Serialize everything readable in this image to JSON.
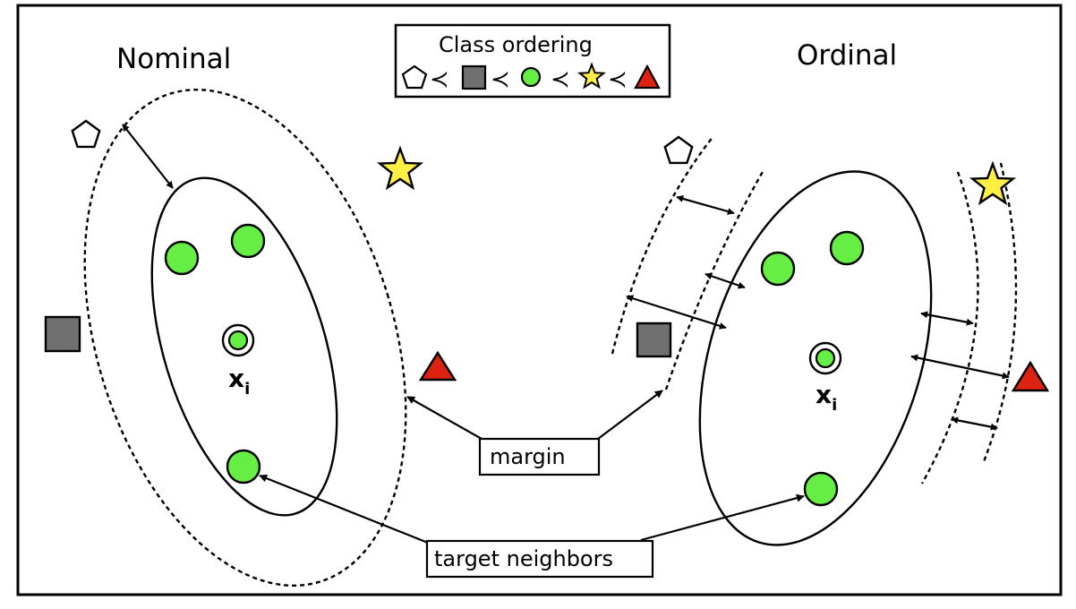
{
  "panels": {
    "left_title": "Nominal",
    "right_title": "Ordinal"
  },
  "legend": {
    "title": "Class ordering",
    "separator": "≺",
    "order": [
      "pentagon",
      "square",
      "circle",
      "star",
      "triangle"
    ]
  },
  "labels": {
    "point_main": "x",
    "point_sub": "i",
    "margin": "margin",
    "target_neighbors": "target neighbors"
  },
  "colors": {
    "circle_fill": "#66ee44",
    "star_fill": "#ffee44",
    "triangle_fill": "#dd2211",
    "square_fill": "#707070",
    "pentagon_fill": "#ffffff",
    "stroke": "#000000"
  },
  "icons": {
    "pentagon": "pentagon-icon",
    "square": "square-icon",
    "circle": "circle-icon",
    "star": "star-icon",
    "triangle": "triangle-icon"
  }
}
